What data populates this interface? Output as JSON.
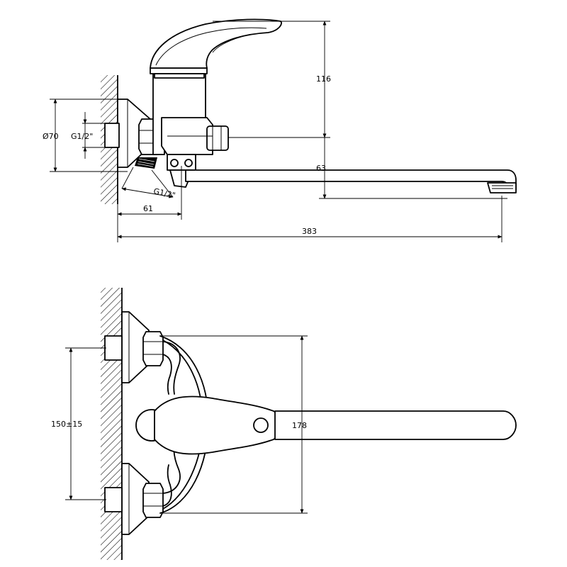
{
  "side_view": {
    "dim_height": "116",
    "dim_outlet_drop": "63",
    "dim_flange_diameter": "Ø70",
    "dim_thread_inlet": "G1/2\"",
    "dim_thread_outlet": "G1/2\"",
    "dim_wall_offset": "61",
    "dim_total_reach": "383"
  },
  "top_view": {
    "dim_center_distance": "150±15",
    "dim_body_width": "178"
  }
}
